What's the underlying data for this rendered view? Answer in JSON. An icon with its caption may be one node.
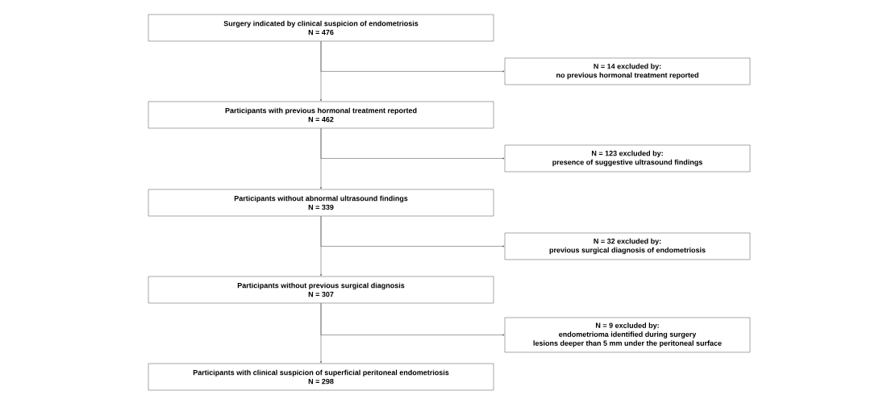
{
  "diagram": {
    "nodes": [
      {
        "text": [
          "Surgery indicated by clinical suspicion of endometriosis",
          "N = 476"
        ]
      },
      {
        "text": [
          "N = 14 excluded by:",
          "no previous hormonal treatment reported"
        ]
      },
      {
        "text": [
          "Participants with previous hormonal treatment reported",
          "N = 462"
        ]
      },
      {
        "text": [
          "N = 123 excluded by:",
          "presence of suggestive ultrasound findings"
        ]
      },
      {
        "text": [
          "Participants without abnormal ultrasound findings",
          "N = 339"
        ]
      },
      {
        "text": [
          "N = 32 excluded by:",
          "previous surgical diagnosis of endometriosis"
        ]
      },
      {
        "text": [
          "Participants without previous surgical diagnosis",
          "N = 307"
        ]
      },
      {
        "text": [
          "N = 9 excluded by:",
          "endometrioma identified during surgery",
          "lesions deeper than 5 mm under the peritoneal surface"
        ]
      },
      {
        "text": [
          "Participants with clinical suspicion of superficial peritoneal endometriosis",
          "N = 298"
        ]
      }
    ],
    "edges": [
      {
        "from": 0,
        "to": 2,
        "arrow": "to"
      },
      {
        "from": 0,
        "to": 1,
        "arrow": "to"
      },
      {
        "from": 2,
        "to": 4,
        "arrow": "to"
      },
      {
        "from": 2,
        "to": 3,
        "arrow": "to"
      },
      {
        "from": 4,
        "to": 6,
        "arrow": "to"
      },
      {
        "from": 4,
        "to": 5,
        "arrow": "to"
      },
      {
        "from": 6,
        "to": 8,
        "arrow": "to"
      },
      {
        "from": 6,
        "to": 7,
        "arrow": "to"
      }
    ]
  }
}
